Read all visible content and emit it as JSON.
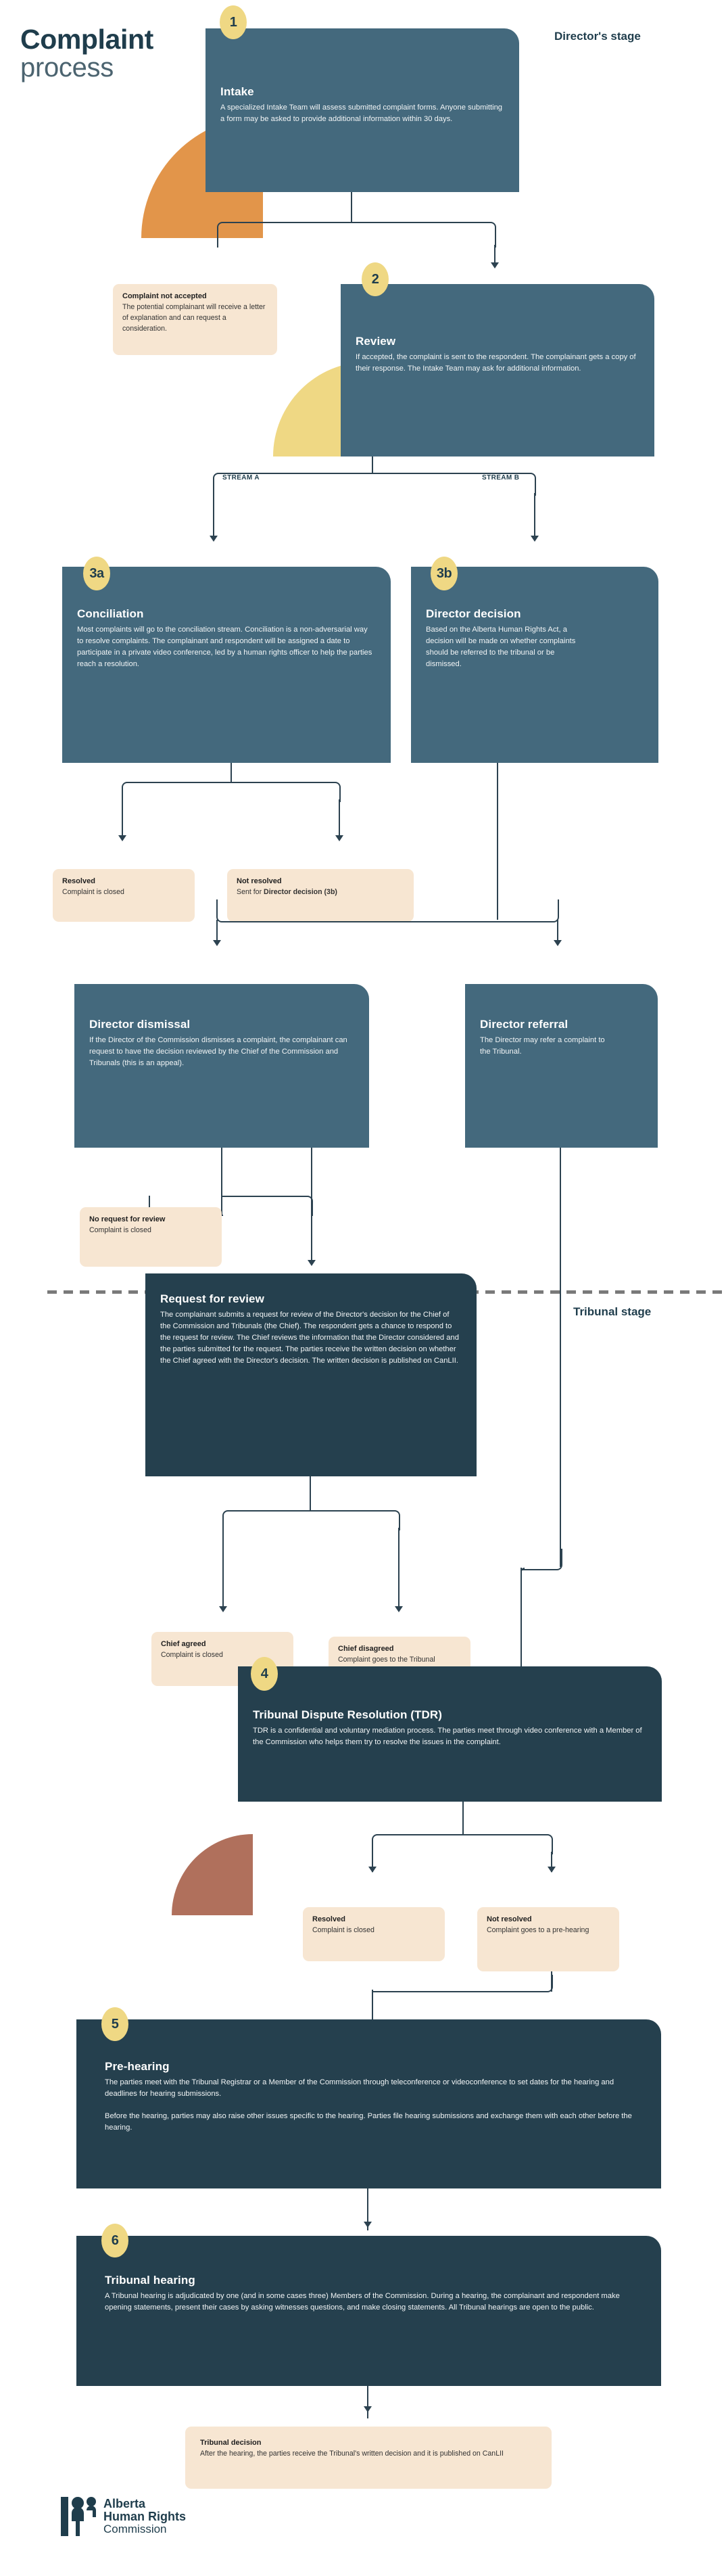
{
  "header": {
    "title_line1": "Complaint",
    "title_line2": "process",
    "director_stage": "Director's stage",
    "tribunal_stage": "Tribunal stage"
  },
  "colors": {
    "card": "#44697d",
    "card_dark": "#25404e",
    "badge": "#efd884",
    "outcome": "#f7e6d2",
    "line": "#2c4250",
    "accent_orange": "#e2954a",
    "accent_yellow": "#efd884",
    "accent_brown": "#b0705c",
    "ink": "#1f3d4c"
  },
  "steps": [
    {
      "badge": "1",
      "title": "Intake",
      "body": "A specialized Intake Team will assess submitted complaint forms. Anyone submitting a form may be asked to provide additional information within 30 days."
    },
    {
      "badge": "2",
      "title": "Review",
      "body": "If accepted, the complaint is sent to the respondent. The complainant gets a copy of their response. The Intake Team may ask for additional information."
    },
    {
      "badge": "3a",
      "title": "Conciliation",
      "body": "Most complaints will go to the conciliation stream. Conciliation is a non-adversarial way to resolve complaints. The complainant and respondent will be assigned a date to participate in a private video conference, led by a human rights officer to help the parties reach a resolution."
    },
    {
      "badge": "3b",
      "title": "Director decision",
      "body": "Based on the Alberta Human Rights Act, a decision will be made on whether complaints should be referred to the tribunal or be dismissed."
    },
    {
      "badge": "",
      "title": "Director dismissal",
      "body": "If the Director of the Commission dismisses a complaint, the complainant can request to have the decision reviewed by the Chief of the Commission and Tribunals (this is an appeal)."
    },
    {
      "badge": "",
      "title": "Director referral",
      "body": "The Director may refer a complaint to the Tribunal."
    },
    {
      "badge": "",
      "title": "Request for review",
      "body": "The complainant submits a request for review of the Director's decision for the Chief of the Commission and Tribunals (the Chief). The respondent gets a chance to respond to the request for review. The Chief reviews the information that the Director considered and the parties submitted for the request. The parties receive the written decision on whether the Chief agreed with the Director's decision. The written decision is published on CanLII."
    },
    {
      "badge": "4",
      "title": "Tribunal Dispute Resolution (TDR)",
      "body": "TDR is a confidential and voluntary mediation process. The parties meet through video conference with a Member of the Commission who helps them try to resolve the issues in the complaint."
    },
    {
      "badge": "5",
      "title": "Pre-hearing",
      "body": "The parties meet with the Tribunal Registrar or a Member of the Commission through teleconference or videoconference to set dates for the hearing and deadlines for hearing submissions.",
      "body2": "Before the hearing, parties may also raise other issues specific to the hearing. Parties file hearing submissions and exchange them with each other before the hearing."
    },
    {
      "badge": "6",
      "title": "Tribunal hearing",
      "body": "A Tribunal hearing is adjudicated by one (and in some cases three) Members of the Commission. During a hearing, the complainant and respondent make opening statements, present their cases by asking witnesses questions, and make closing statements. All Tribunal hearings are open to the public."
    }
  ],
  "outcomes": {
    "complaint_not_accepted": {
      "title": "Complaint not accepted",
      "body": "The potential complainant will receive a letter of explanation and can request a consideration."
    },
    "conciliation_resolved": {
      "title": "Resolved",
      "body": "Complaint is closed"
    },
    "conciliation_not_resolved": {
      "title": "Not resolved",
      "body_prefix": "Sent for ",
      "body_bold": "Director decision (3b)"
    },
    "no_request_for_review": {
      "title": "No request for review",
      "body": "Complaint is closed"
    },
    "chief_agreed": {
      "title": "Chief agreed",
      "body": "Complaint is closed"
    },
    "chief_disagreed": {
      "title": "Chief disagreed",
      "body": "Complaint goes to the Tribunal"
    },
    "tdr_resolved": {
      "title": "Resolved",
      "body": "Complaint is closed"
    },
    "tdr_not_resolved": {
      "title": "Not resolved",
      "body": "Complaint goes to a pre-hearing"
    },
    "tribunal_decision": {
      "title": "Tribunal decision",
      "body": "After the hearing, the parties receive the Tribunal's written decision and it is published on CanLII"
    }
  },
  "stream_labels": {
    "a": "STREAM A",
    "b": "STREAM B"
  },
  "logo": {
    "line1": "Alberta",
    "line2": "Human Rights",
    "line3": "Commission"
  }
}
